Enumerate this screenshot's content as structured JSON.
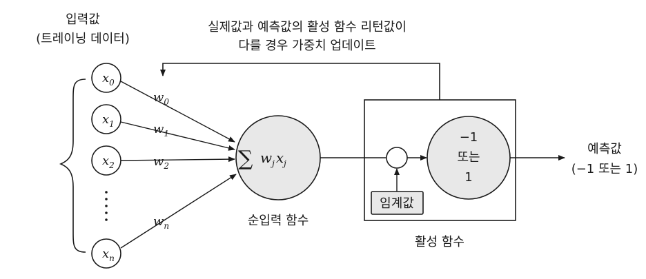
{
  "input_title": {
    "line1": "입력값",
    "line2": "(트레이닝 데이터)"
  },
  "feedback_note": {
    "line1": "실제값과 예측값의 활성 함수 리턴값이",
    "line2": "다를 경우 가중치 업데이트"
  },
  "inputs": [
    {
      "base": "x",
      "sub": "0"
    },
    {
      "base": "x",
      "sub": "1"
    },
    {
      "base": "x",
      "sub": "2"
    },
    {
      "base": "x",
      "sub": "n"
    }
  ],
  "weights": [
    {
      "base": "w",
      "sub": "0"
    },
    {
      "base": "w",
      "sub": "1"
    },
    {
      "base": "w",
      "sub": "2"
    },
    {
      "base": "w",
      "sub": "n"
    }
  ],
  "net_input": {
    "sigma": "∑",
    "w": "w",
    "w_sub": "j",
    "x": "x",
    "x_sub": "j",
    "label": "순입력 함수"
  },
  "activation": {
    "line1": "−1",
    "line2": "또는",
    "line3": "1",
    "threshold": "임계값",
    "label": "활성 함수"
  },
  "output": {
    "line1": "예측값",
    "line2": "(−1 또는 1)"
  }
}
